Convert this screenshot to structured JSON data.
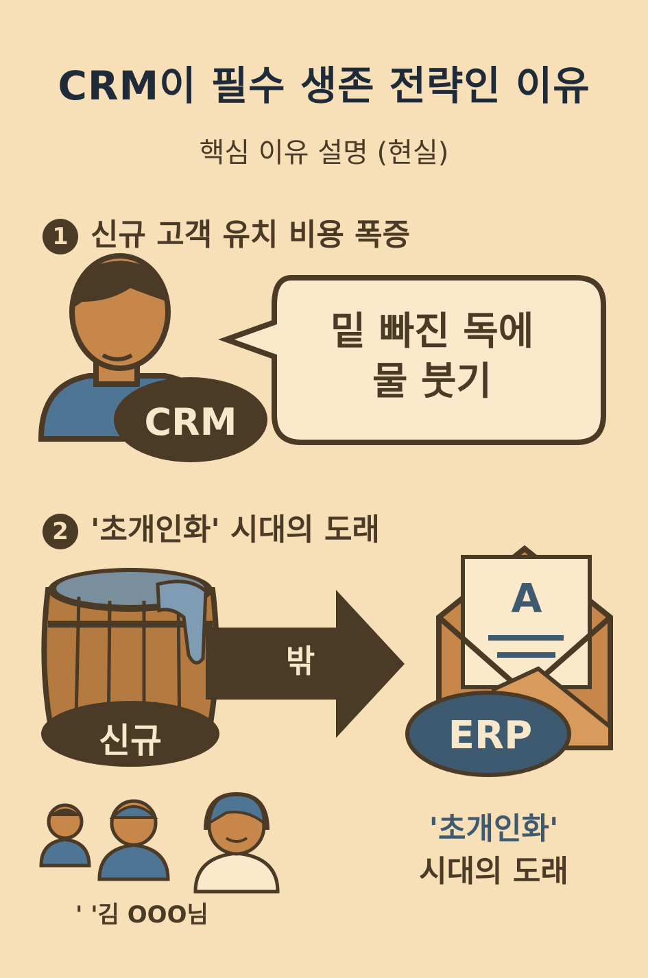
{
  "title": "CRM이 필수 생존 전략인 이유",
  "subtitle": "핵심 이유 설명 (현실)",
  "sections": [
    {
      "number": "1",
      "heading": "신규 고객 유치 비용 폭증"
    },
    {
      "number": "2",
      "heading": "'초개인화' 시대의 도래"
    }
  ],
  "illustration1": {
    "bubble_line1": "밑 빠진 독에",
    "bubble_line2": "물 붓기",
    "badge": "CRM"
  },
  "illustration2": {
    "barrel_label": "신규",
    "arrow_label": "밖",
    "envelope_letter": "A",
    "envelope_badge": "ERP",
    "caption_line1": "'초개인화'",
    "caption_line2": "시대의 도래",
    "person_label": "' '김 OOO님"
  },
  "colors": {
    "background": "#f7dfb8",
    "ink": "#4a3a26",
    "accent_blue": "#3d5a70",
    "skin": "#c8874a",
    "wood": "#b47a40"
  }
}
